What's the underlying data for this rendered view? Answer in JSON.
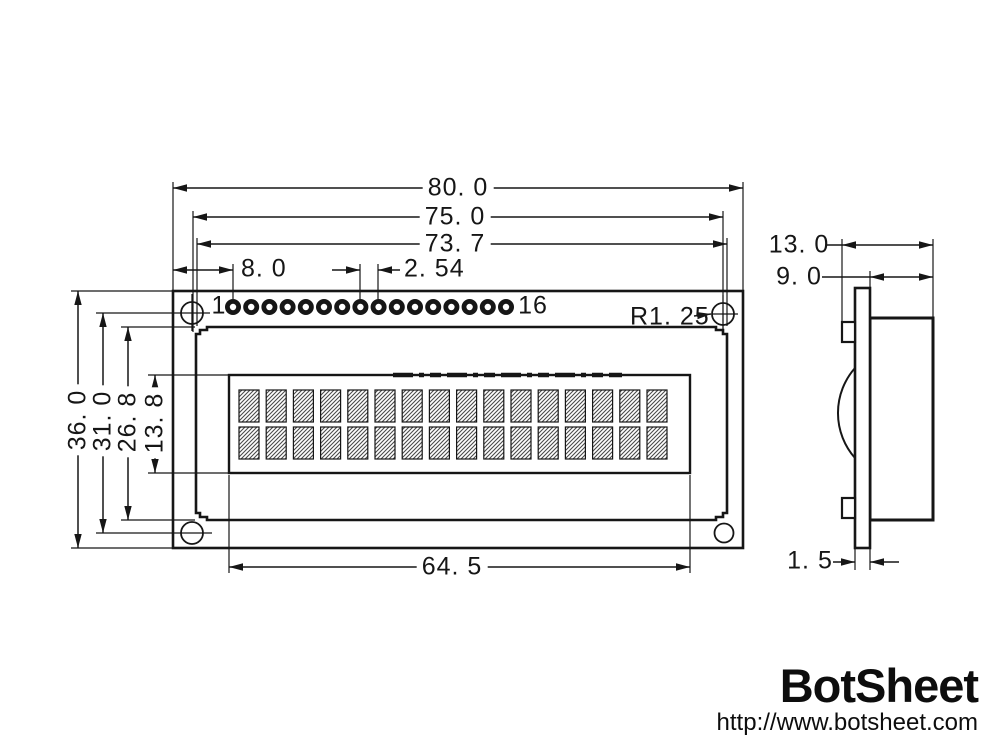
{
  "brand": {
    "name": "BotSheet",
    "url": "http://www.botsheet.com"
  },
  "front_view": {
    "dimensions": {
      "pcb_width": "80. 0",
      "hole_spacing_h": "75. 0",
      "bezel_width": "73. 7",
      "pin1_offset": "8. 0",
      "pin_pitch": "2. 54",
      "glass_width": "64. 5",
      "pcb_height": "36. 0",
      "hole_spacing_v": "31. 0",
      "bezel_height": "26. 8",
      "glass_height": "13. 8",
      "hole_radius": "R1. 25"
    },
    "pins": {
      "first_label": "1",
      "last_label": "16",
      "count": 16
    },
    "display": {
      "columns": 16,
      "rows": 2
    }
  },
  "side_view": {
    "dimensions": {
      "total_depth": "13. 0",
      "module_depth": "9. 0",
      "pcb_thickness": "1. 5"
    }
  },
  "colors": {
    "line": "#161616",
    "hatch": "#4a4a4a",
    "background": "#ffffff"
  }
}
